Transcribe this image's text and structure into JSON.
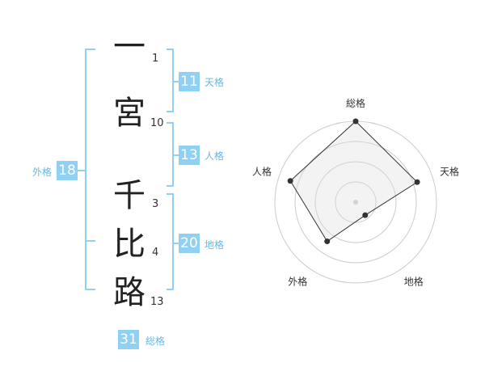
{
  "name": {
    "chars": [
      "一",
      "宮",
      "千",
      "比",
      "路"
    ],
    "strokes": [
      "1",
      "10",
      "3",
      "4",
      "13"
    ]
  },
  "kaku": {
    "ten": {
      "value": "11",
      "label": "天格"
    },
    "jin": {
      "value": "13",
      "label": "人格"
    },
    "chi": {
      "value": "20",
      "label": "地格"
    },
    "gai": {
      "value": "18",
      "label": "外格"
    },
    "sou": {
      "value": "31",
      "label": "総格"
    }
  },
  "colors": {
    "accent": "#8fd0f3",
    "label": "#67b8e6",
    "bracket": "#8fd0f3"
  },
  "chart_data": {
    "type": "radar",
    "axes": [
      "総格",
      "天格",
      "地格",
      "外格",
      "人格"
    ],
    "values": [
      1.0,
      0.8,
      0.2,
      0.6,
      0.85
    ],
    "range": [
      0,
      1
    ],
    "rings": 4
  }
}
